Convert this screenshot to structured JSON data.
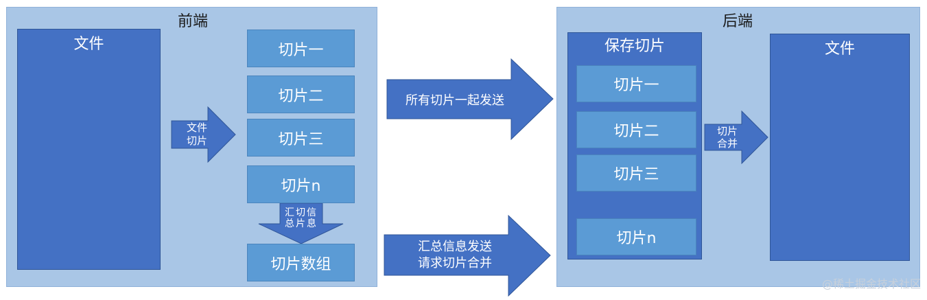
{
  "frontend": {
    "title": "前端",
    "file_label": "文件",
    "split_arrow_lines": [
      "文件",
      "切片"
    ],
    "slices": [
      "切片一",
      "切片二",
      "切片三",
      "切片n"
    ],
    "collect_arrow_lines": [
      "汇切信",
      "总片息"
    ],
    "slice_array": "切片数组"
  },
  "transfer": {
    "send_all": "所有切片一起发送",
    "request_merge_lines": [
      "汇总信息发送",
      "请求切片合并"
    ]
  },
  "backend": {
    "title": "后端",
    "save_label": "保存切片",
    "slices": [
      "切片一",
      "切片二",
      "切片三",
      "切片n"
    ],
    "merge_arrow_lines": [
      "切片",
      "合并"
    ],
    "file_label": "文件"
  },
  "watermark": "@稀土掘金技术社区",
  "colors": {
    "panel": "#a9c6e6",
    "block_dark": "#4471c4",
    "block_slice": "#5b9bd5",
    "arrow": "#4471c4"
  }
}
